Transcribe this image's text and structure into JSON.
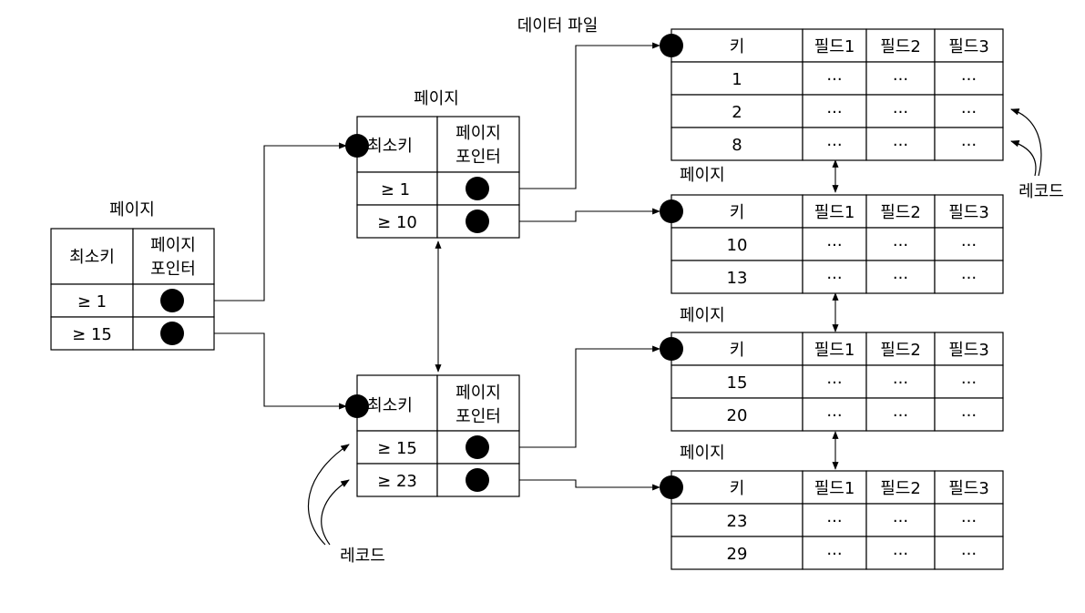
{
  "titles": {
    "data_file": "데이터 파일",
    "page": "페이지",
    "record": "레코드"
  },
  "index_header": {
    "min_key": "최소키",
    "page_pointer_line1": "페이지",
    "page_pointer_line2": "포인터"
  },
  "root_index": {
    "rows": [
      "≥ 1",
      "≥ 15"
    ]
  },
  "inner_index_top": {
    "rows": [
      "≥ 1",
      "≥ 10"
    ]
  },
  "inner_index_bottom": {
    "rows": [
      "≥ 15",
      "≥ 23"
    ]
  },
  "data_header": {
    "key": "키",
    "field1": "필드1",
    "field2": "필드2",
    "field3": "필드3"
  },
  "ellipsis": "···",
  "data_pages": [
    {
      "keys": [
        "1",
        "2",
        "8"
      ]
    },
    {
      "keys": [
        "10",
        "13"
      ]
    },
    {
      "keys": [
        "15",
        "20"
      ]
    },
    {
      "keys": [
        "23",
        "29"
      ]
    }
  ]
}
